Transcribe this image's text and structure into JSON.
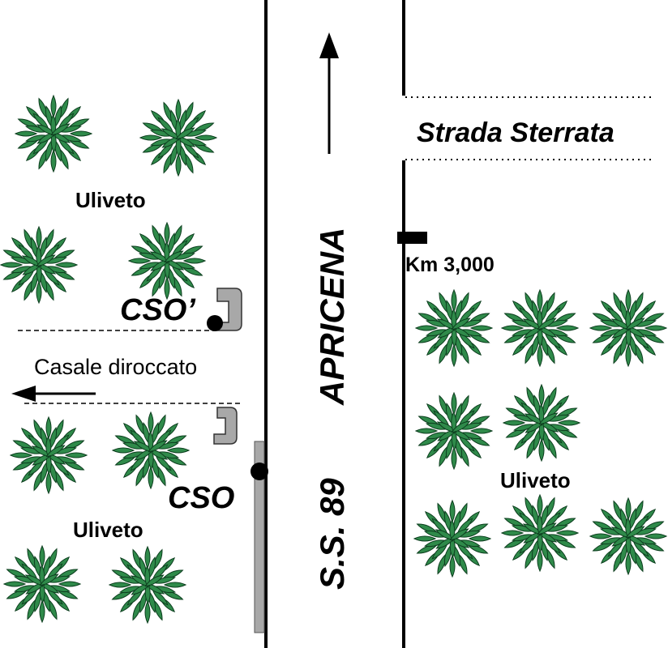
{
  "labels": {
    "strada_sterrata": "Strada Sterrata",
    "apricena": "APRICENA",
    "ss89": "S.S. 89",
    "km": "Km 3,000",
    "uliveto": "Uliveto",
    "cso_prime": "CSO’",
    "cso": "CSO",
    "casale": "Casale diroccato"
  },
  "colors": {
    "tree_fill": "#2f8a4a",
    "tree_stroke": "#0d3f1f",
    "line": "#000000",
    "building": "#a8a8a8"
  },
  "icons": [
    "olive-tree-icon",
    "ruined-farmhouse-icon",
    "km-marker-icon",
    "direction-arrow-icon"
  ]
}
